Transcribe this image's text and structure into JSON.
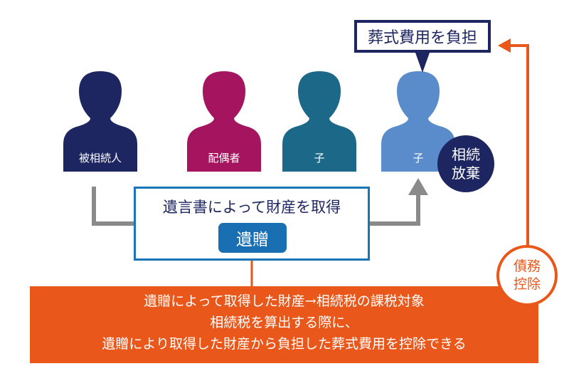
{
  "people": [
    {
      "label": "被相続人",
      "color": "#1d2660"
    },
    {
      "label": "配偶者",
      "color": "#a4145f"
    },
    {
      "label": "子",
      "color": "#1c6888"
    },
    {
      "label": "子",
      "color": "#5a8ccb"
    }
  ],
  "renunciation": {
    "line1": "相続",
    "line2": "放棄",
    "color": "#1d2660"
  },
  "funeral_box": {
    "text": "葬式費用を負担",
    "color": "#1d2660"
  },
  "will_box": {
    "text": "遺言書によって財産を取得",
    "badge": "遺贈",
    "border_color": "#1a75b8"
  },
  "deduction_badge": {
    "line1": "債務",
    "line2": "控除",
    "color": "#e9571a"
  },
  "info_box": {
    "lines": [
      "遺贈によって取得した財産→相続税の課税対象",
      "相続税を算出する際に、",
      "遺贈により取得した財産から負担した葬式費用を控除できる"
    ],
    "color": "#e9571a"
  },
  "arrow_colors": {
    "gray": "#8a8a8a",
    "orange": "#e9571a"
  }
}
